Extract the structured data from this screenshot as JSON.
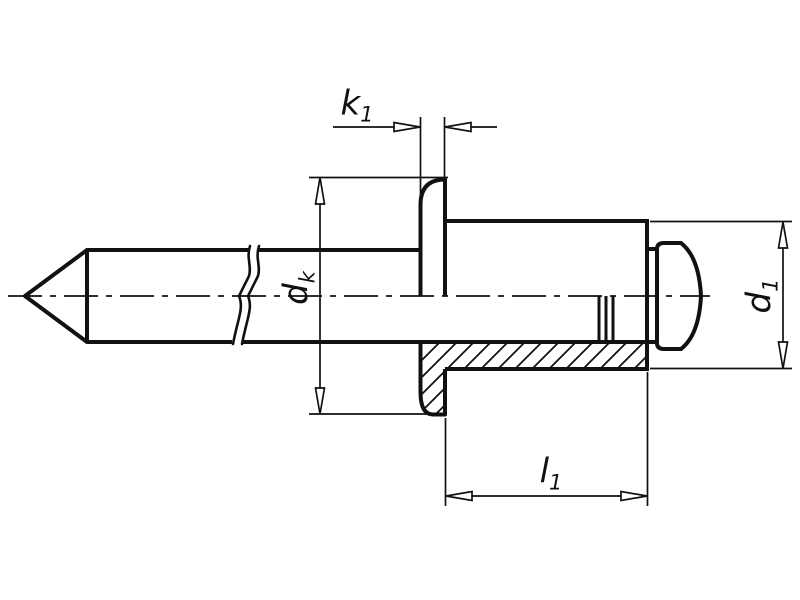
{
  "diagram": {
    "subject": "blind rivet half-section technical drawing",
    "dimension_labels": {
      "k1": {
        "symbol": "k",
        "sub": "1"
      },
      "dk": {
        "symbol": "d",
        "sub": "k"
      },
      "d1": {
        "symbol": "d",
        "sub": "1"
      },
      "l1": {
        "symbol": "l",
        "sub": "1"
      }
    },
    "colors": {
      "line": "#111111",
      "background": "#ffffff"
    }
  }
}
